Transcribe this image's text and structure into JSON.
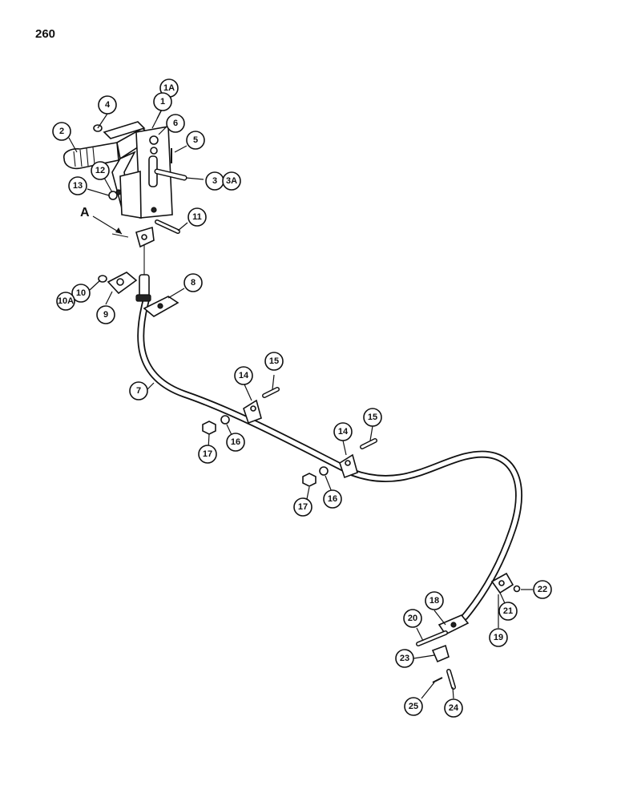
{
  "page": {
    "number": "260"
  },
  "view_marker": "A",
  "callouts": [
    {
      "id": "c1A",
      "label": "1A"
    },
    {
      "id": "c1",
      "label": "1"
    },
    {
      "id": "c4",
      "label": "4"
    },
    {
      "id": "c2",
      "label": "2"
    },
    {
      "id": "c6",
      "label": "6"
    },
    {
      "id": "c5",
      "label": "5"
    },
    {
      "id": "c12",
      "label": "12"
    },
    {
      "id": "c3",
      "label": "3"
    },
    {
      "id": "c3A",
      "label": "3A"
    },
    {
      "id": "c13",
      "label": "13"
    },
    {
      "id": "c11",
      "label": "11"
    },
    {
      "id": "c8",
      "label": "8"
    },
    {
      "id": "c10",
      "label": "10"
    },
    {
      "id": "c10A",
      "label": "10A"
    },
    {
      "id": "c9",
      "label": "9"
    },
    {
      "id": "c7",
      "label": "7"
    },
    {
      "id": "c14a",
      "label": "14"
    },
    {
      "id": "c15a",
      "label": "15"
    },
    {
      "id": "c16a",
      "label": "16"
    },
    {
      "id": "c17a",
      "label": "17"
    },
    {
      "id": "c14b",
      "label": "14"
    },
    {
      "id": "c15b",
      "label": "15"
    },
    {
      "id": "c16b",
      "label": "16"
    },
    {
      "id": "c17b",
      "label": "17"
    },
    {
      "id": "c18",
      "label": "18"
    },
    {
      "id": "c20",
      "label": "20"
    },
    {
      "id": "c22",
      "label": "22"
    },
    {
      "id": "c21",
      "label": "21"
    },
    {
      "id": "c19",
      "label": "19"
    },
    {
      "id": "c23",
      "label": "23"
    },
    {
      "id": "c25",
      "label": "25"
    },
    {
      "id": "c24",
      "label": "24"
    }
  ]
}
